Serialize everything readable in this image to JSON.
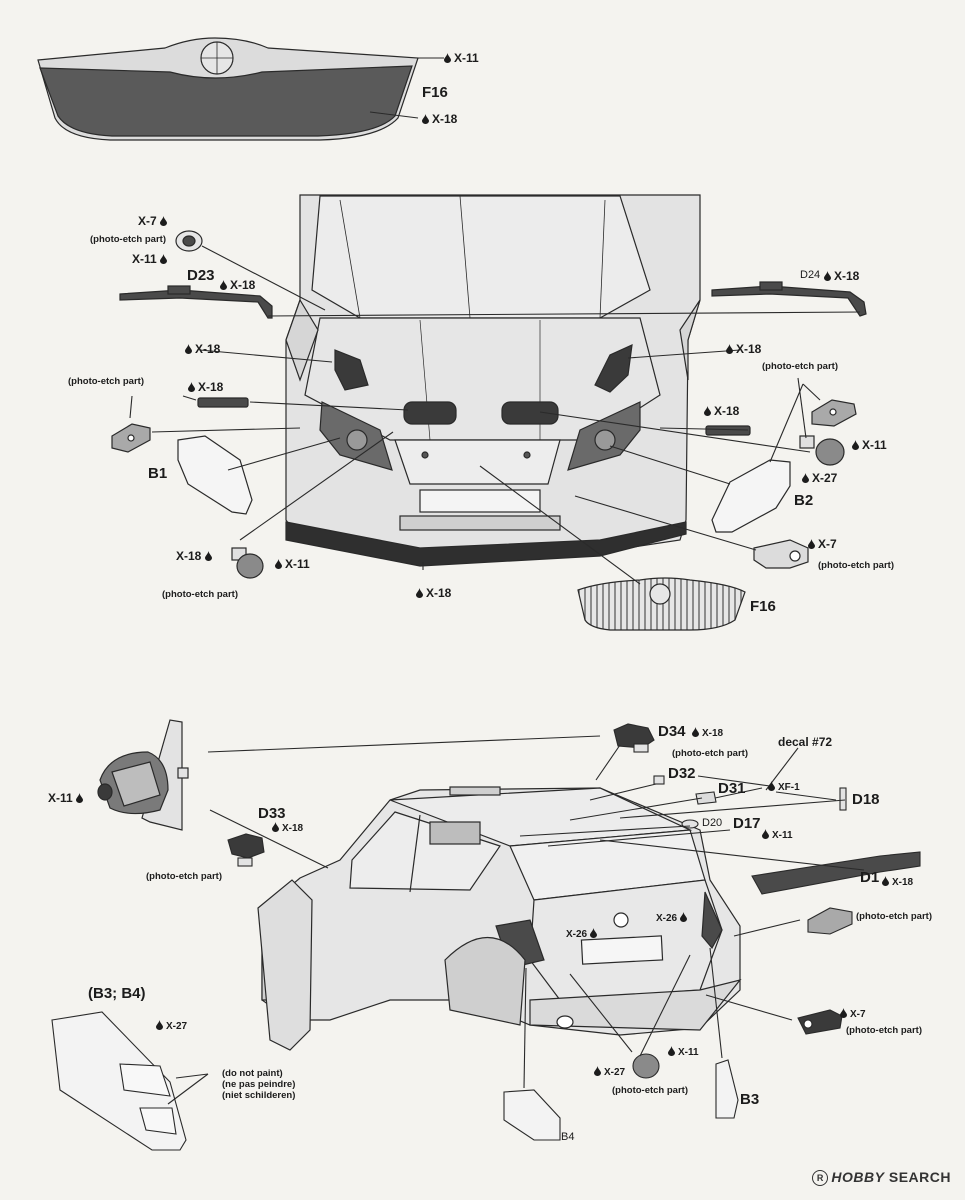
{
  "parts": {
    "F16": "F16",
    "D23": "D23",
    "D24": "D24",
    "B1": "B1",
    "B2": "B2",
    "D34": "D34",
    "D32": "D32",
    "D31": "D31",
    "D18": "D18",
    "D20": "D20",
    "D17": "D17",
    "D33": "D33",
    "D1": "D1",
    "B3B4": "(B3; B4)",
    "B3": "B3",
    "B4": "B4"
  },
  "paints": {
    "X7": "X-7",
    "X11": "X-11",
    "X18": "X-18",
    "X26": "X-26",
    "X27": "X-27",
    "XF1": "XF-1"
  },
  "notes": {
    "photo_etch": "(photo-etch part)",
    "decal": "decal #72",
    "do_not_paint": [
      "(do not paint)",
      "(ne pas peindre)",
      "(niet schilderen)"
    ]
  },
  "watermark": {
    "brand": "HOBBY",
    "brand_suffix": "SEARCH",
    "reg": "R"
  },
  "colors": {
    "background": "#f4f3ef",
    "line": "#2a2a2a",
    "dark_fill": "#5a5a5a",
    "mid_fill": "#a9a9a9",
    "light_fill": "#dcdcdc"
  }
}
